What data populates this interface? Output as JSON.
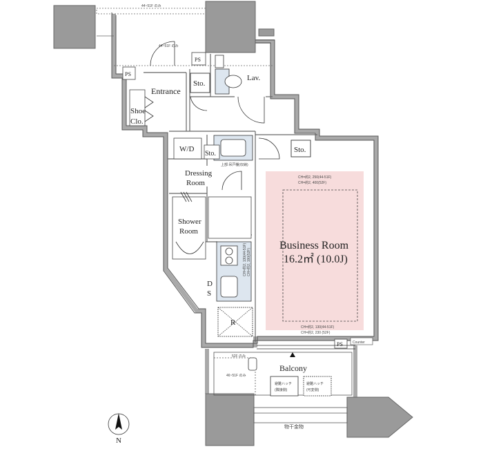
{
  "rooms": {
    "entrance": "Entrance",
    "lavatory": "Lav.",
    "storage_top": "Sto.",
    "storage_dressing": "Sto.",
    "storage_right": "Sto.",
    "shoe_closet_line1": "Shoe",
    "shoe_closet_line2": "Clo.",
    "washer": "W/D",
    "dressing_line1": "Dressing",
    "dressing_line2": "Room",
    "shower_line1": "Shower",
    "shower_line2": "Room",
    "ds": "DS",
    "business_room": "Business Room",
    "business_room_area": "16.2㎡ (10.0J)",
    "balcony": "Balcony",
    "counter": "Counter",
    "ps_left": "PS",
    "ps_top": "PS",
    "ps_bottom": "PS",
    "refrigerator": "R"
  },
  "notes": {
    "top_dim": "44~51F のみ",
    "entrance_dim": "44~51F のみ",
    "ceiling_business_1": "CH=約2, 250(44-51F)",
    "ceiling_business_2": "CH=約2, 400(52F)",
    "ceiling_bottom_1": "CH=約2, 130(44-51F)",
    "ceiling_bottom_2": "CH=約2, 230 (52F)",
    "kitchen_ch_1": "CH=約2, 130(44-51F)",
    "kitchen_ch_2": "CH=約2, 190(52F)",
    "ceiling_storage": "上部:吊戸棚(収納)",
    "balcony_left_dim": "46~51F のみ",
    "balcony_small_dim": "52F のみ",
    "hatch_1_line1": "避難ハッチ",
    "hatch_1_line2": "(隣接側)",
    "hatch_2_line1": "避難ハッチ",
    "hatch_2_line2": "(可変側)",
    "drying_rack": "物干金物"
  },
  "compass": {
    "label": "N"
  },
  "colors": {
    "wall": "#a9a9a9",
    "column": "#9a9a9a",
    "business_room_fill": "#f7dcdc",
    "fixture_fill": "#dde6ef",
    "line": "#333333"
  }
}
